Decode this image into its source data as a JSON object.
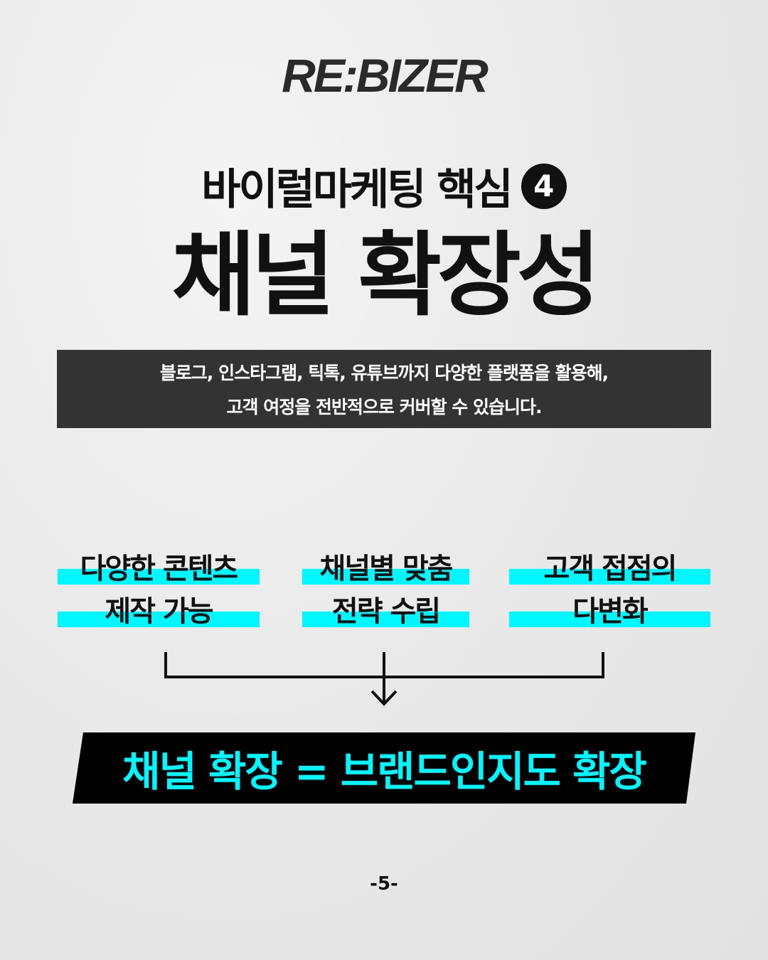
{
  "logo": "RE:BIZER",
  "subtitle": {
    "text": "바이럴마케팅 핵심",
    "number": "4"
  },
  "title": "채널 확장성",
  "description": [
    "블로그, 인스타그램, 틱톡, 유튜브까지 다양한 플랫폼을 활용해,",
    "고객 여정을 전반적으로 커버할 수 있습니다."
  ],
  "points": [
    {
      "line1": "다양한 콘텐츠",
      "line2": "제작 가능"
    },
    {
      "line1": "채널별 맞춤",
      "line2": "전략 수립"
    },
    {
      "line1": "고객 접점의",
      "line2": "다변화"
    }
  ],
  "result": "채널 확장 = 브랜드인지도 확장",
  "page_number": "-5-",
  "colors": {
    "accent": "#00f7ff",
    "dark_box": "#333333",
    "text": "#111111"
  }
}
